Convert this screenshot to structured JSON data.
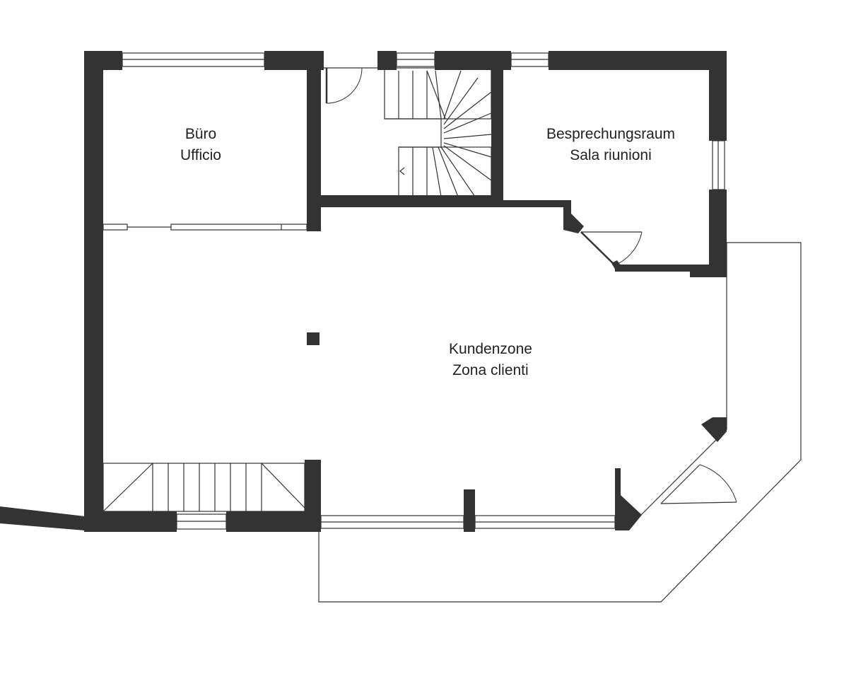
{
  "rooms": {
    "office": {
      "line1": "Büro",
      "line2": "Ufficio"
    },
    "meeting": {
      "line1": "Besprechungsraum",
      "line2": "Sala riunioni"
    },
    "customer": {
      "line1": "Kundenzone",
      "line2": "Zona clienti"
    }
  },
  "colors": {
    "wall": "#333333",
    "background": "#ffffff",
    "text": "#222222"
  }
}
